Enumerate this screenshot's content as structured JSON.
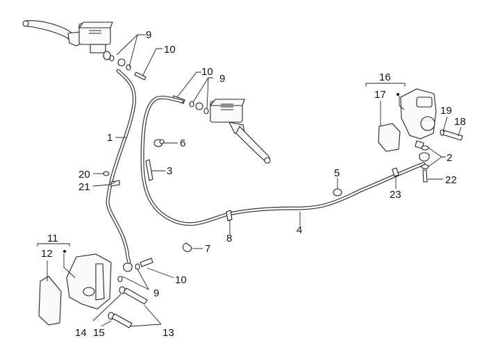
{
  "diagram": {
    "title": "Front brake system exploded parts diagram",
    "callouts": [
      {
        "id": "c1",
        "text": "1"
      },
      {
        "id": "c2",
        "text": "2"
      },
      {
        "id": "c3",
        "text": "3"
      },
      {
        "id": "c4",
        "text": "4"
      },
      {
        "id": "c5",
        "text": "5"
      },
      {
        "id": "c6",
        "text": "6"
      },
      {
        "id": "c7",
        "text": "7"
      },
      {
        "id": "c8",
        "text": "8"
      },
      {
        "id": "c9a",
        "text": "9"
      },
      {
        "id": "c9b",
        "text": "9"
      },
      {
        "id": "c9c",
        "text": "9"
      },
      {
        "id": "c10a",
        "text": "10"
      },
      {
        "id": "c10b",
        "text": "10"
      },
      {
        "id": "c10c",
        "text": "10"
      },
      {
        "id": "c11",
        "text": "11"
      },
      {
        "id": "c12",
        "text": "12"
      },
      {
        "id": "c13",
        "text": "13"
      },
      {
        "id": "c14",
        "text": "14"
      },
      {
        "id": "c15",
        "text": "15"
      },
      {
        "id": "c16",
        "text": "16"
      },
      {
        "id": "c17",
        "text": "17"
      },
      {
        "id": "c18",
        "text": "18"
      },
      {
        "id": "c19",
        "text": "19"
      },
      {
        "id": "c20",
        "text": "20"
      },
      {
        "id": "c21",
        "text": "21"
      },
      {
        "id": "c22",
        "text": "22"
      },
      {
        "id": "c23",
        "text": "23"
      }
    ]
  }
}
